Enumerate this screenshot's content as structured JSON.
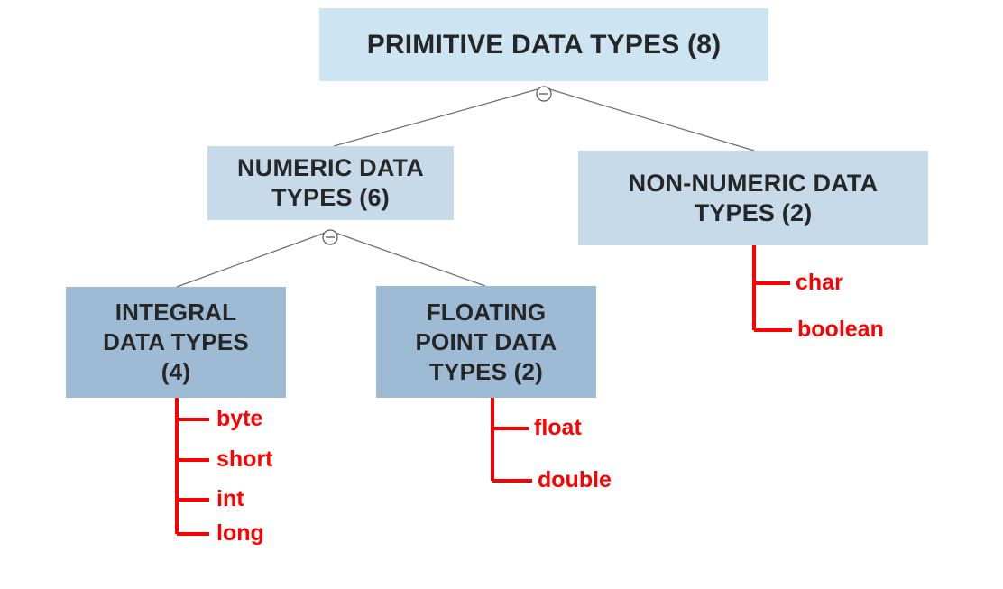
{
  "diagram": {
    "title": "Primitive Data Types Tree",
    "background": "#ffffff",
    "colors": {
      "level1_fill": "#cde5f3",
      "level2_fill": "#c6daea",
      "level3_fill": "#9dbbd5",
      "node_text": "#262626",
      "leaf_text": "#ff0000",
      "connector": "#6b6b6b",
      "leaf_connector": "#ff0000"
    },
    "nodes": {
      "root": {
        "label": "PRIMITIVE DATA TYPES  (8)",
        "count": 8
      },
      "numeric": {
        "label": "NUMERIC DATA\nTYPES  (6)",
        "count": 6
      },
      "non_numeric": {
        "label": "NON-NUMERIC DATA\nTYPES   (2)",
        "count": 2
      },
      "integral": {
        "label": "INTEGRAL\nDATA TYPES\n(4)",
        "count": 4
      },
      "floating": {
        "label": "FLOATING\nPOINT DATA\nTYPES  (2)",
        "count": 2
      }
    },
    "leaves": {
      "integral": [
        "byte",
        "short",
        "int",
        "long"
      ],
      "floating": [
        "float",
        "double"
      ],
      "non_numeric": [
        "char",
        "boolean"
      ]
    },
    "toggles": [
      {
        "name": "collapse-toggle-root",
        "state": "expanded",
        "glyph": "minus"
      },
      {
        "name": "collapse-toggle-numeric",
        "state": "expanded",
        "glyph": "minus"
      }
    ]
  }
}
